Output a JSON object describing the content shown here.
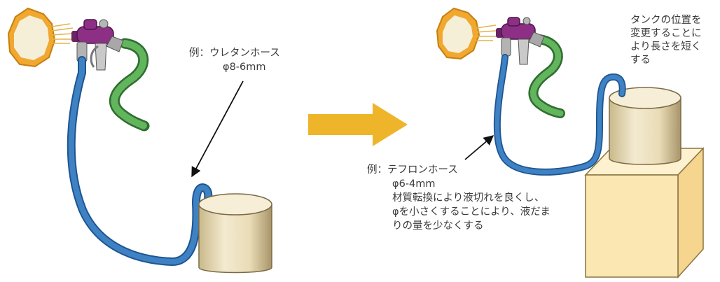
{
  "left_panel": {
    "hose_label": "例：ウレタンホース",
    "hose_size": "φ8-6mm"
  },
  "right_panel": {
    "hose_label": "例：テフロンホース",
    "hose_size": "φ6-4mm",
    "description": [
      "材質転換により液切れを良くし、",
      "φを小さくすることにより、液だま",
      "りの量を少なくする"
    ],
    "tank_note": [
      "タンクの位置を",
      "変更することに",
      "より長さを短く",
      "する"
    ]
  },
  "colors": {
    "hose": "#3f82c4",
    "paint_hose": "#4aa04a",
    "tank": "#efe4c6",
    "box": "#fbe7b2",
    "arrow": "#efb52a",
    "gun_body": "#8e2f86"
  },
  "icons": [
    "spray-gun-icon",
    "spray-burst-icon",
    "paint-tank-icon",
    "stand-box-icon",
    "transition-arrow-icon",
    "pointer-arrow-icon"
  ]
}
